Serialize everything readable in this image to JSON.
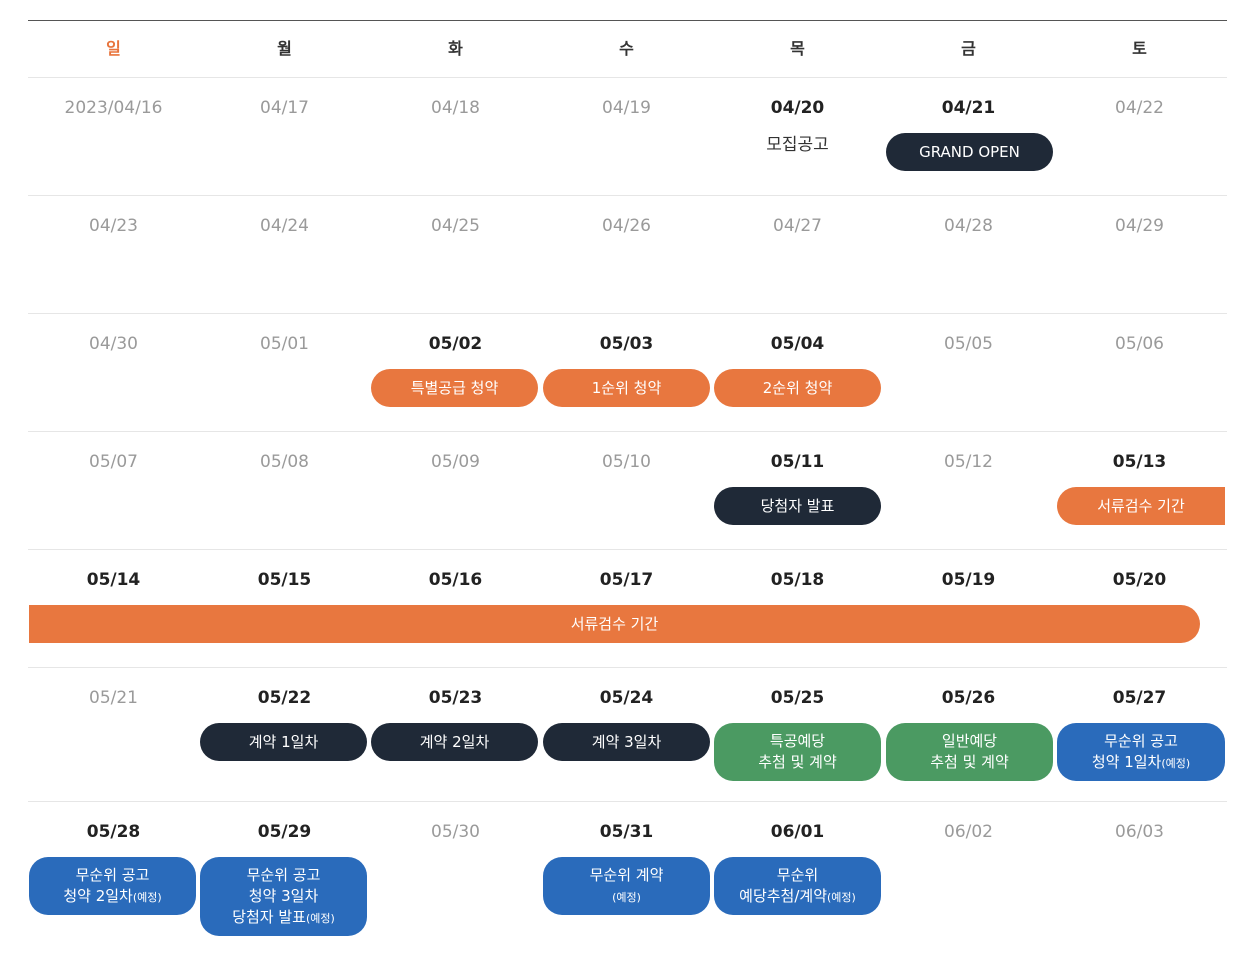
{
  "weekdays": [
    "일",
    "월",
    "화",
    "수",
    "목",
    "금",
    "토"
  ],
  "colors": {
    "sunday": "#e8743c",
    "orange": "#e8773f",
    "navy": "#1f2937",
    "green": "#4b9a62",
    "blue": "#2a6bbb",
    "muted_date": "#9a9a9a"
  },
  "weeks": [
    {
      "dates": [
        {
          "label": "2023/04/16",
          "bold": false
        },
        {
          "label": "04/17",
          "bold": false
        },
        {
          "label": "04/18",
          "bold": false
        },
        {
          "label": "04/19",
          "bold": false
        },
        {
          "label": "04/20",
          "bold": true
        },
        {
          "label": "04/21",
          "bold": true
        },
        {
          "label": "04/22",
          "bold": false
        }
      ],
      "note": "모집공고",
      "events": {
        "grand_open": "GRAND OPEN"
      }
    },
    {
      "dates": [
        {
          "label": "04/23",
          "bold": false
        },
        {
          "label": "04/24",
          "bold": false
        },
        {
          "label": "04/25",
          "bold": false
        },
        {
          "label": "04/26",
          "bold": false
        },
        {
          "label": "04/27",
          "bold": false
        },
        {
          "label": "04/28",
          "bold": false
        },
        {
          "label": "04/29",
          "bold": false
        }
      ]
    },
    {
      "dates": [
        {
          "label": "04/30",
          "bold": false
        },
        {
          "label": "05/01",
          "bold": false
        },
        {
          "label": "05/02",
          "bold": true
        },
        {
          "label": "05/03",
          "bold": true
        },
        {
          "label": "05/04",
          "bold": true
        },
        {
          "label": "05/05",
          "bold": false
        },
        {
          "label": "05/06",
          "bold": false
        }
      ],
      "events": {
        "special_supply": "특별공급 청약",
        "first_priority": "1순위 청약",
        "second_priority": "2순위 청약"
      }
    },
    {
      "dates": [
        {
          "label": "05/07",
          "bold": false
        },
        {
          "label": "05/08",
          "bold": false
        },
        {
          "label": "05/09",
          "bold": false
        },
        {
          "label": "05/10",
          "bold": false
        },
        {
          "label": "05/11",
          "bold": true
        },
        {
          "label": "05/12",
          "bold": false
        },
        {
          "label": "05/13",
          "bold": true
        }
      ],
      "events": {
        "winner_announce": "당첨자 발표",
        "doc_review_start": "서류검수 기간"
      }
    },
    {
      "dates": [
        {
          "label": "05/14",
          "bold": true
        },
        {
          "label": "05/15",
          "bold": true
        },
        {
          "label": "05/16",
          "bold": true
        },
        {
          "label": "05/17",
          "bold": true
        },
        {
          "label": "05/18",
          "bold": true
        },
        {
          "label": "05/19",
          "bold": true
        },
        {
          "label": "05/20",
          "bold": true
        }
      ],
      "events": {
        "doc_review_full": "서류검수 기간"
      }
    },
    {
      "dates": [
        {
          "label": "05/21",
          "bold": false
        },
        {
          "label": "05/22",
          "bold": true
        },
        {
          "label": "05/23",
          "bold": true
        },
        {
          "label": "05/24",
          "bold": true
        },
        {
          "label": "05/25",
          "bold": true
        },
        {
          "label": "05/26",
          "bold": true
        },
        {
          "label": "05/27",
          "bold": true
        }
      ],
      "events": {
        "contract_day1": "계약 1일차",
        "contract_day2": "계약 2일차",
        "contract_day3": "계약 3일차",
        "special_reserve_l1": "특공예당",
        "special_reserve_l2": "추첨 및 계약",
        "general_reserve_l1": "일반예당",
        "general_reserve_l2": "추첨 및 계약",
        "unranked_day1_l1": "무순위 공고",
        "unranked_day1_l2": "청약 1일차",
        "unranked_day1_tag": "(예정)"
      }
    },
    {
      "dates": [
        {
          "label": "05/28",
          "bold": true
        },
        {
          "label": "05/29",
          "bold": true
        },
        {
          "label": "05/30",
          "bold": false
        },
        {
          "label": "05/31",
          "bold": true
        },
        {
          "label": "06/01",
          "bold": true
        },
        {
          "label": "06/02",
          "bold": false
        },
        {
          "label": "06/03",
          "bold": false
        }
      ],
      "events": {
        "unranked_day2_l1": "무순위 공고",
        "unranked_day2_l2": "청약 2일차",
        "unranked_day2_tag": "(예정)",
        "unranked_day3_l1": "무순위 공고",
        "unranked_day3_l2": "청약 3일차",
        "unranked_day3_l3": "당첨자 발표",
        "unranked_day3_tag": "(예정)",
        "unranked_contract_l1": "무순위 계약",
        "unranked_contract_tag": "(예정)",
        "unranked_reserve_l1": "무순위",
        "unranked_reserve_l2": "예당추첨/계약",
        "unranked_reserve_tag": "(예정)"
      }
    }
  ]
}
